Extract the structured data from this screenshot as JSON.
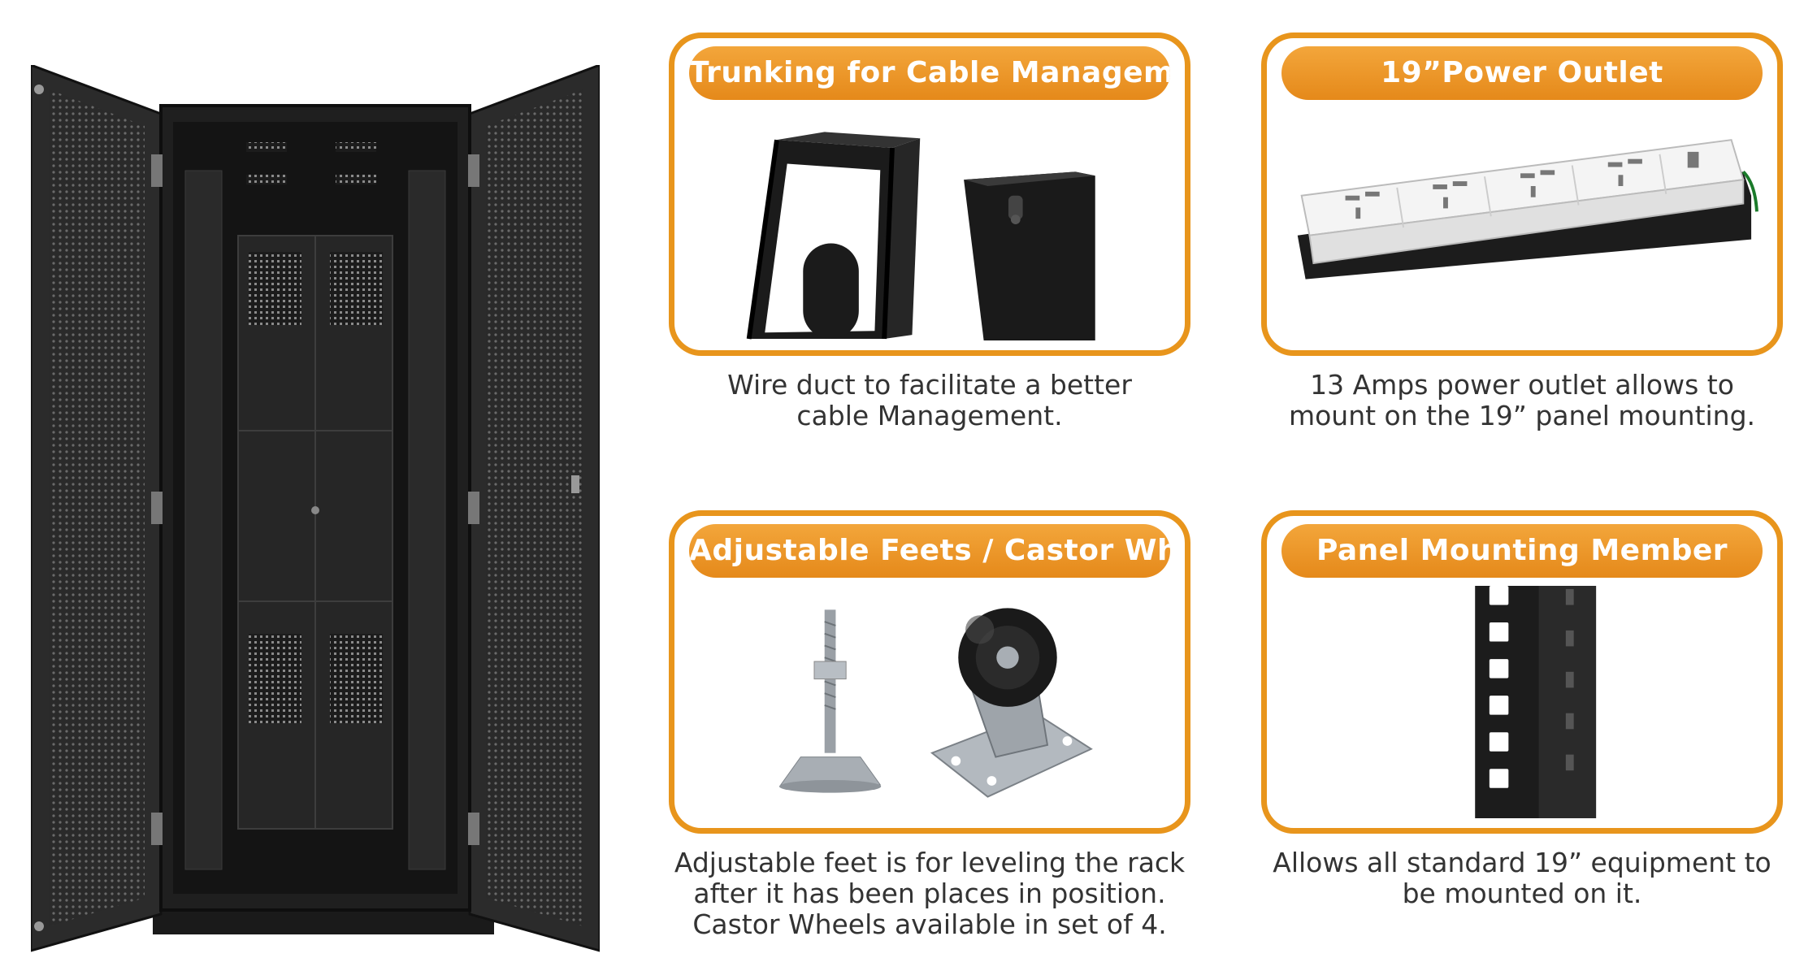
{
  "cards": [
    {
      "title": "Trunking for Cable Management",
      "desc": [
        "Wire duct to facilitate a better",
        "cable Management."
      ]
    },
    {
      "title": "19”Power Outlet",
      "desc": [
        "13 Amps power outlet allows to",
        "mount on the 19” panel mounting."
      ]
    },
    {
      "title": "Adjustable Feets / Castor Wheel",
      "desc": [
        "Adjustable feet is for leveling the rack",
        "after it has been places in position.",
        "Castor Wheels available in set of 4."
      ]
    },
    {
      "title": "Panel Mounting Member",
      "desc": [
        "Allows all standard 19” equipment to",
        "be mounted on it."
      ]
    }
  ],
  "colors": {
    "accent": "#e8951c",
    "text": "#333333",
    "cabinet": "#222222"
  }
}
